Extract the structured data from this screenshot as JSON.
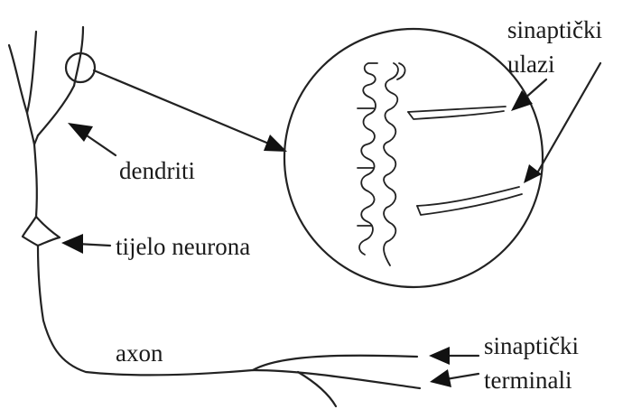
{
  "labels": {
    "dendrites": "dendriti",
    "cell_body": "tijelo neurona",
    "axon": "axon",
    "synaptic_inputs_line1": "sinaptički",
    "synaptic_inputs_line2": "ulazi",
    "synaptic_terminals_line1": "sinaptički",
    "synaptic_terminals_line2": "terminali"
  },
  "colors": {
    "line": "#222222",
    "background": "#ffffff"
  }
}
